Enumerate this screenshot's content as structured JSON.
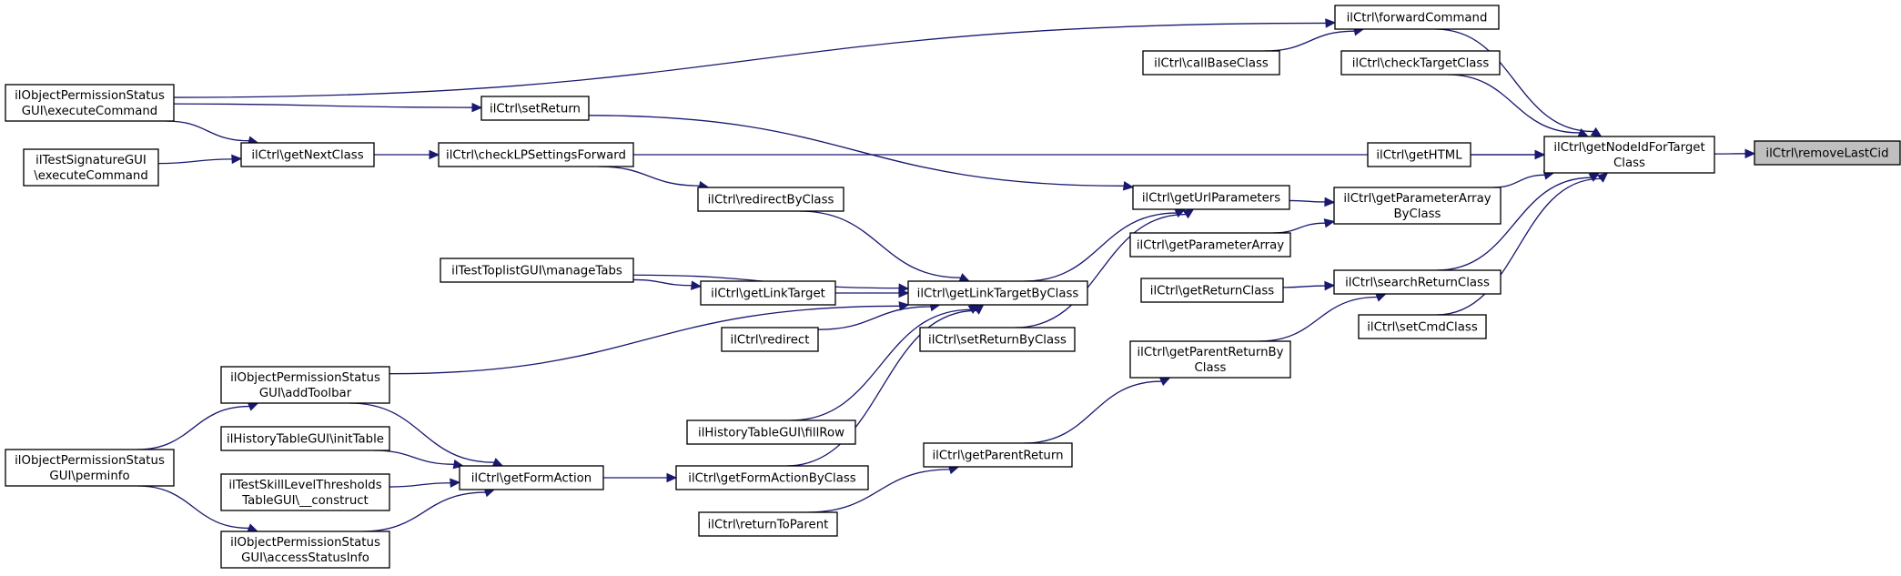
{
  "style": {
    "edge_color": "#191970",
    "node_fill": "#ffffff",
    "root_fill": "#bfbfbf",
    "border": "#000000"
  },
  "nodes": [
    {
      "id": "removeLastCid",
      "lines": [
        "ilCtrl\\removeLastCid"
      ],
      "root": true
    },
    {
      "id": "getNodeIdForTargetClass",
      "lines": [
        "ilCtrl\\getNodeIdForTarget",
        "Class"
      ]
    },
    {
      "id": "forwardCommand",
      "lines": [
        "ilCtrl\\forwardCommand"
      ]
    },
    {
      "id": "callBaseClass",
      "lines": [
        "ilCtrl\\callBaseClass"
      ]
    },
    {
      "id": "checkTargetClass",
      "lines": [
        "ilCtrl\\checkTargetClass"
      ]
    },
    {
      "id": "opsExecuteCommand",
      "lines": [
        "ilObjectPermissionStatus",
        "GUI\\executeCommand"
      ]
    },
    {
      "id": "setReturn",
      "lines": [
        "ilCtrl\\setReturn"
      ]
    },
    {
      "id": "getNextClass",
      "lines": [
        "ilCtrl\\getNextClass"
      ]
    },
    {
      "id": "checkLPSettingsForward",
      "lines": [
        "ilCtrl\\checkLPSettingsForward"
      ]
    },
    {
      "id": "tsgExecuteCommand",
      "lines": [
        "ilTestSignatureGUI",
        "\\executeCommand"
      ]
    },
    {
      "id": "getHTML",
      "lines": [
        "ilCtrl\\getHTML"
      ]
    },
    {
      "id": "getUrlParameters",
      "lines": [
        "ilCtrl\\getUrlParameters"
      ]
    },
    {
      "id": "getParameterArrayByClass",
      "lines": [
        "ilCtrl\\getParameterArray",
        "ByClass"
      ]
    },
    {
      "id": "getParameterArray",
      "lines": [
        "ilCtrl\\getParameterArray"
      ]
    },
    {
      "id": "redirectByClass",
      "lines": [
        "ilCtrl\\redirectByClass"
      ]
    },
    {
      "id": "manageTabs",
      "lines": [
        "ilTestToplistGUI\\manageTabs"
      ]
    },
    {
      "id": "getLinkTarget",
      "lines": [
        "ilCtrl\\getLinkTarget"
      ]
    },
    {
      "id": "getLinkTargetByClass",
      "lines": [
        "ilCtrl\\getLinkTargetByClass"
      ]
    },
    {
      "id": "getReturnClass",
      "lines": [
        "ilCtrl\\getReturnClass"
      ]
    },
    {
      "id": "searchReturnClass",
      "lines": [
        "ilCtrl\\searchReturnClass"
      ]
    },
    {
      "id": "setCmdClass",
      "lines": [
        "ilCtrl\\setCmdClass"
      ]
    },
    {
      "id": "redirect",
      "lines": [
        "ilCtrl\\redirect"
      ]
    },
    {
      "id": "setReturnByClass",
      "lines": [
        "ilCtrl\\setReturnByClass"
      ]
    },
    {
      "id": "getParentReturnByClass",
      "lines": [
        "ilCtrl\\getParentReturnBy",
        "Class"
      ]
    },
    {
      "id": "addToolbar",
      "lines": [
        "ilObjectPermissionStatus",
        "GUI\\addToolbar"
      ]
    },
    {
      "id": "fillRow",
      "lines": [
        "ilHistoryTableGUI\\fillRow"
      ]
    },
    {
      "id": "initTable",
      "lines": [
        "ilHistoryTableGUI\\initTable"
      ]
    },
    {
      "id": "perminfo",
      "lines": [
        "ilObjectPermissionStatus",
        "GUI\\perminfo"
      ]
    },
    {
      "id": "getFormAction",
      "lines": [
        "ilCtrl\\getFormAction"
      ]
    },
    {
      "id": "getFormActionByClass",
      "lines": [
        "ilCtrl\\getFormActionByClass"
      ]
    },
    {
      "id": "getParentReturn",
      "lines": [
        "ilCtrl\\getParentReturn"
      ]
    },
    {
      "id": "construct",
      "lines": [
        "ilTestSkillLevelThresholds",
        "TableGUI\\__construct"
      ]
    },
    {
      "id": "returnToParent",
      "lines": [
        "ilCtrl\\returnToParent"
      ]
    },
    {
      "id": "accessStatusInfo",
      "lines": [
        "ilObjectPermissionStatus",
        "GUI\\accessStatusInfo"
      ]
    }
  ],
  "edges": [
    [
      "getNodeIdForTargetClass",
      "removeLastCid"
    ],
    [
      "forwardCommand",
      "getNodeIdForTargetClass"
    ],
    [
      "checkTargetClass",
      "getNodeIdForTargetClass"
    ],
    [
      "checkLPSettingsForward",
      "getNodeIdForTargetClass"
    ],
    [
      "getHTML",
      "getNodeIdForTargetClass"
    ],
    [
      "getParameterArrayByClass",
      "getNodeIdForTargetClass"
    ],
    [
      "searchReturnClass",
      "getNodeIdForTargetClass"
    ],
    [
      "setCmdClass",
      "getNodeIdForTargetClass"
    ],
    [
      "callBaseClass",
      "forwardCommand"
    ],
    [
      "opsExecuteCommand",
      "forwardCommand"
    ],
    [
      "opsExecuteCommand",
      "setReturn"
    ],
    [
      "opsExecuteCommand",
      "getNextClass"
    ],
    [
      "tsgExecuteCommand",
      "getNextClass"
    ],
    [
      "getNextClass",
      "checkLPSettingsForward"
    ],
    [
      "setReturn",
      "getUrlParameters"
    ],
    [
      "getUrlParameters",
      "getParameterArrayByClass"
    ],
    [
      "getParameterArray",
      "getParameterArrayByClass"
    ],
    [
      "checkLPSettingsForward",
      "redirectByClass"
    ],
    [
      "redirectByClass",
      "getLinkTargetByClass"
    ],
    [
      "getLinkTargetByClass",
      "getUrlParameters"
    ],
    [
      "setReturnByClass",
      "getUrlParameters"
    ],
    [
      "manageTabs",
      "getLinkTargetByClass"
    ],
    [
      "manageTabs",
      "getLinkTarget"
    ],
    [
      "getLinkTarget",
      "getLinkTargetByClass"
    ],
    [
      "redirect",
      "getLinkTargetByClass"
    ],
    [
      "addToolbar",
      "getLinkTargetByClass"
    ],
    [
      "fillRow",
      "getLinkTargetByClass"
    ],
    [
      "getFormActionByClass",
      "getLinkTargetByClass"
    ],
    [
      "getReturnClass",
      "searchReturnClass"
    ],
    [
      "getParentReturnByClass",
      "searchReturnClass"
    ],
    [
      "getParentReturn",
      "getParentReturnByClass"
    ],
    [
      "returnToParent",
      "getParentReturn"
    ],
    [
      "getFormAction",
      "getFormActionByClass"
    ],
    [
      "perminfo",
      "addToolbar"
    ],
    [
      "addToolbar",
      "getFormAction"
    ],
    [
      "initTable",
      "getFormAction"
    ],
    [
      "construct",
      "getFormAction"
    ],
    [
      "accessStatusInfo",
      "getFormAction"
    ],
    [
      "perminfo",
      "accessStatusInfo"
    ]
  ]
}
